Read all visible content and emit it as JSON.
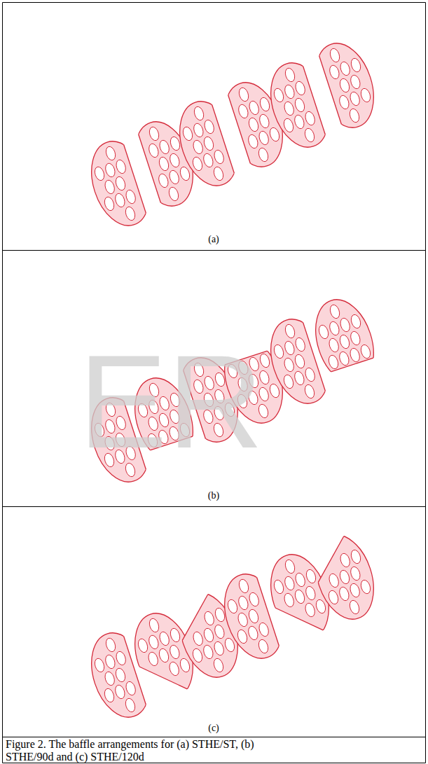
{
  "diagram": {
    "caption": "Figure 2. The baffle arrangements for (a) STHE/ST, (b) STHE/90d and (c) STHE/120d",
    "labels": [
      "(a)",
      "(b)",
      "(c)",
      "ER"
    ]
  }
}
